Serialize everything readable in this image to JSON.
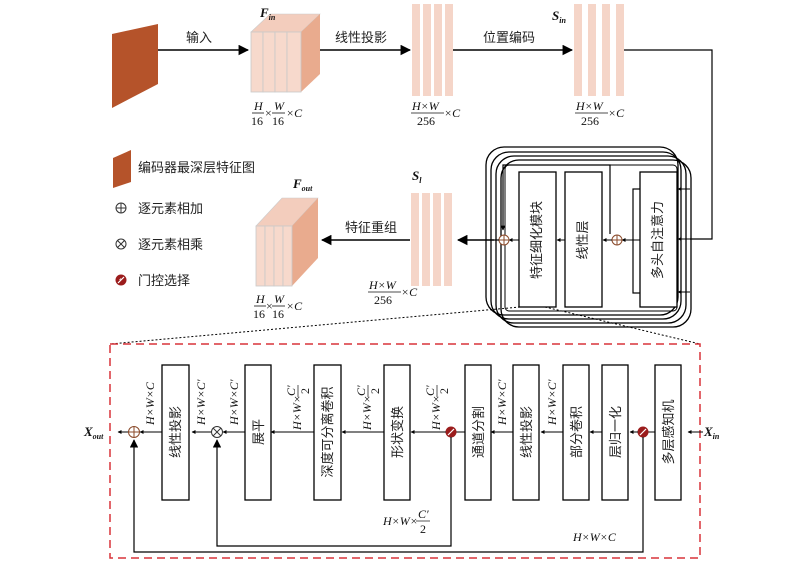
{
  "top_flow": {
    "input_arrow_label": "输入",
    "linear_proj_label": "线性投影",
    "pos_encoding_label": "位置编码",
    "feature_reorg_label": "特征重组",
    "f_in": {
      "symbol": "F",
      "subscript": "in"
    },
    "s_in": {
      "symbol": "S",
      "subscript": "in"
    },
    "s_l": {
      "symbol": "S",
      "subscript": "l"
    },
    "f_out": {
      "symbol": "F",
      "subscript": "out"
    },
    "dim_16": {
      "h": "H",
      "w": "W",
      "den": "16",
      "c": "×C",
      "times": "×"
    },
    "dim_256": {
      "num": "H×W",
      "den": "256",
      "c": "×C"
    }
  },
  "legend": {
    "items": [
      {
        "icon": "encoder-feature-map-icon",
        "label": "编码器最深层特征图"
      },
      {
        "icon": "elementwise-add-icon",
        "label": "逐元素相加"
      },
      {
        "icon": "elementwise-multiply-icon",
        "label": "逐元素相乘"
      },
      {
        "icon": "gate-select-icon",
        "label": "门控选择"
      }
    ]
  },
  "transformer_block": {
    "feature_refine": "特征细化模块",
    "linear_layer": "线性层",
    "mhsa": "多头自注意力"
  },
  "detail": {
    "x_in": {
      "symbol": "X",
      "subscript": "in"
    },
    "x_out": {
      "symbol": "X",
      "subscript": "out"
    },
    "blocks": [
      "线性投影",
      "展平",
      "深度可分离卷积",
      "形状变换",
      "通道分割",
      "线性投影",
      "部分卷积",
      "层归一化",
      "多层感知机"
    ],
    "dims": {
      "hwc": "H×W×C",
      "hwc_prime": "H×W×C′",
      "hw_c2_prefix": "H×W×",
      "c_prime": "C′",
      "two": "2"
    },
    "bottom_labels": {
      "half": "H×W×",
      "full": "H×W×C"
    }
  },
  "colors": {
    "encoder_map": "#b5532a",
    "feature_light": "#f5d5c8",
    "feature_side": "#e9ab8e",
    "dashed_border": "#d9343a",
    "gate": "#9b1c1c"
  }
}
